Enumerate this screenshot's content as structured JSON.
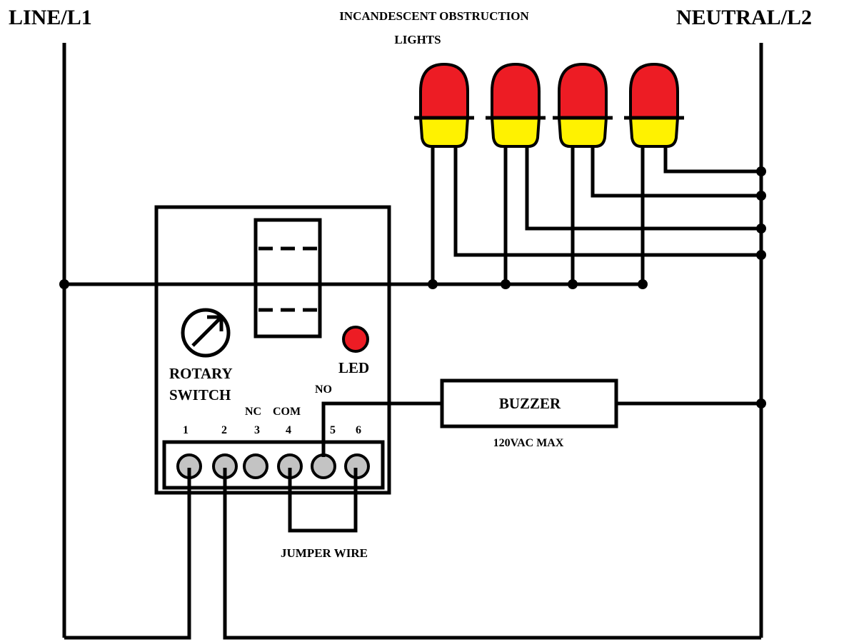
{
  "labels": {
    "line": "LINE/L1",
    "neutral": "NEUTRAL/L2",
    "lights_line1": "INCANDESCENT OBSTRUCTION",
    "lights_line2": "LIGHTS",
    "rotary_line1": "ROTARY",
    "rotary_line2": "SWITCH",
    "led": "LED",
    "no": "NO",
    "nc": "NC",
    "com": "COM",
    "buzzer": "BUZZER",
    "buzzer_rating": "120VAC MAX",
    "jumper": "JUMPER WIRE"
  },
  "terminals": [
    "1",
    "2",
    "3",
    "4",
    "5",
    "6"
  ],
  "colors": {
    "lamp_dome": "#ed1c24",
    "lamp_base": "#fff200",
    "led": "#ed1c24",
    "terminal": "#c3c3c3",
    "wire": "#000000"
  }
}
